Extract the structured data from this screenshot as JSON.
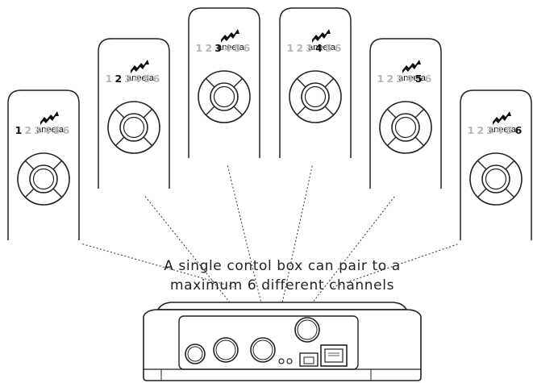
{
  "caption": {
    "line1": "A single contol box can pair to a",
    "line2": "maximum  6 different channels"
  },
  "remotes": [
    {
      "brand": "aneeta",
      "channels": [
        "1",
        "2",
        "3",
        "4",
        "5",
        "6"
      ],
      "active_channel": 1
    },
    {
      "brand": "aneeta",
      "channels": [
        "1",
        "2",
        "3",
        "4",
        "5",
        "6"
      ],
      "active_channel": 2
    },
    {
      "brand": "aneeta",
      "channels": [
        "1",
        "2",
        "3",
        "4",
        "5",
        "6"
      ],
      "active_channel": 3
    },
    {
      "brand": "aneeta",
      "channels": [
        "1",
        "2",
        "3",
        "4",
        "5",
        "6"
      ],
      "active_channel": 4
    },
    {
      "brand": "aneeta",
      "channels": [
        "1",
        "2",
        "3",
        "4",
        "5",
        "6"
      ],
      "active_channel": 5
    },
    {
      "brand": "aneeta",
      "channels": [
        "1",
        "2",
        "3",
        "4",
        "5",
        "6"
      ],
      "active_channel": 6
    }
  ],
  "colors": {
    "outline": "#222222",
    "active_channel": "#111111",
    "inactive_channel": "#b8b8b8",
    "link_line": "#333333"
  },
  "icons": {
    "brand_logo": "aneeta-wave-logo-icon",
    "control_box": "control-box-device-icon"
  }
}
